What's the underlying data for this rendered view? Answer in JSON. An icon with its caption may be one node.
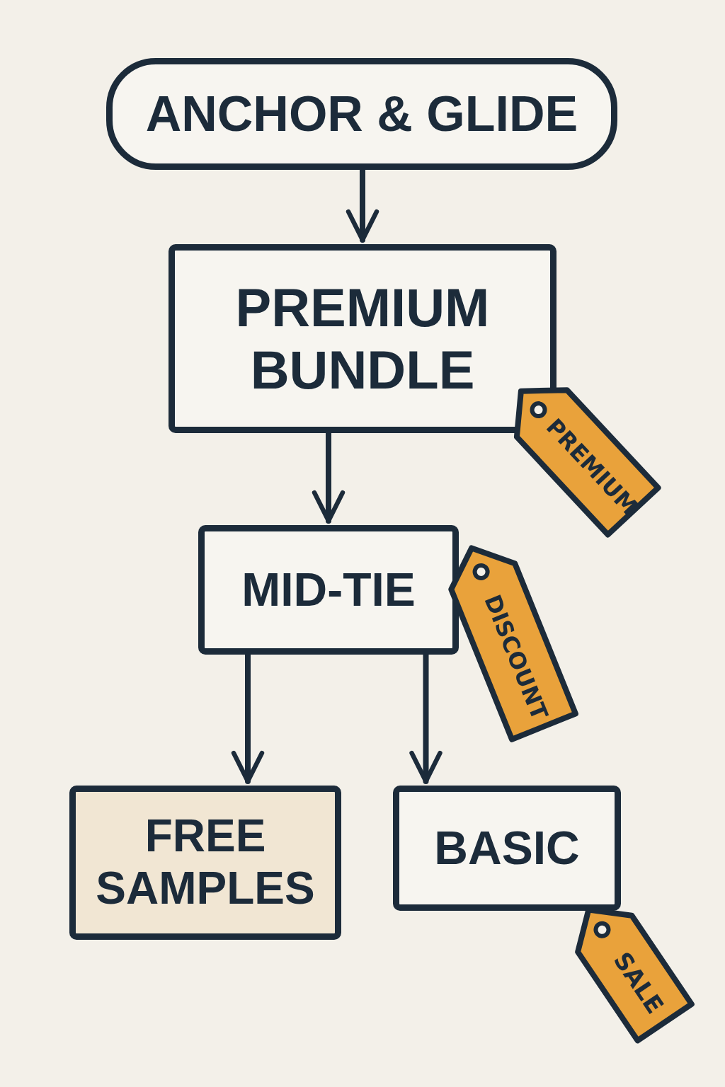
{
  "diagram": {
    "nodes": [
      {
        "text": [
          "ANCHOR & GLIDE"
        ]
      },
      {
        "text": [
          "PREMIUM BUNDLE"
        ]
      },
      {
        "text": [
          "PREMIUM"
        ]
      },
      {
        "text": [
          "MID-TIE"
        ]
      },
      {
        "text": [
          "DISCOUNT"
        ]
      },
      {
        "text": [
          "FREE SAMPLES"
        ]
      },
      {
        "text": [
          "BASIC"
        ]
      },
      {
        "text": [
          "SALE"
        ]
      }
    ],
    "edges": [
      {
        "from": 0,
        "to": 1,
        "arrow": "to"
      },
      {
        "from": 1,
        "to": 3,
        "arrow": "to"
      },
      {
        "from": 3,
        "to": 5,
        "arrow": "to"
      },
      {
        "from": 3,
        "to": 6,
        "arrow": "to"
      }
    ]
  }
}
